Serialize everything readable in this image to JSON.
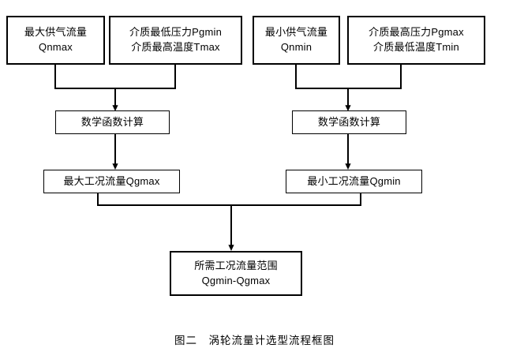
{
  "diagram": {
    "title_caption": "图二　涡轮流量计选型流程框图",
    "stroke_color": "#000000",
    "background_color": "#ffffff",
    "nodes": {
      "max_supply_flow": {
        "line1": "最大供气流量",
        "line2": "Qnmax"
      },
      "min_pressure_max_temp": {
        "line1": "介质最低压力Pgmin",
        "line2": "介质最高温度Tmax"
      },
      "min_supply_flow": {
        "line1": "最小供气流量",
        "line2": "Qnmin"
      },
      "max_pressure_min_temp": {
        "line1": "介质最高压力Pgmax",
        "line2": "介质最低温度Tmin"
      },
      "math_calc_left": {
        "line1": "数学函数计算"
      },
      "math_calc_right": {
        "line1": "数学函数计算"
      },
      "max_working_flow": {
        "line1": "最大工况流量Qgmax"
      },
      "min_working_flow": {
        "line1": "最小工况流量Qgmin"
      },
      "required_range": {
        "line1": "所需工况流量范围",
        "line2": "Qgmin-Qgmax"
      }
    }
  }
}
